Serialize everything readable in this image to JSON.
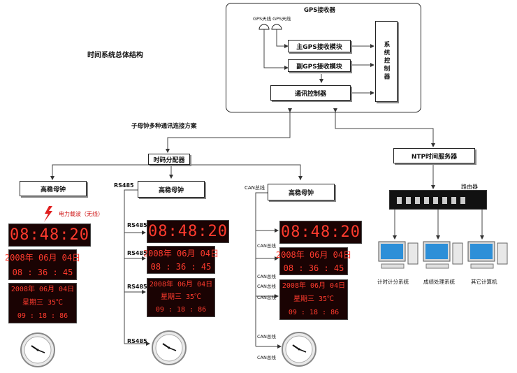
{
  "diagram": {
    "title": "时间系统总体结构",
    "receiver": {
      "title": "GPS接收器",
      "antenna_label": "GPS天线 GPS天线",
      "main_module": "主GPS接收模块",
      "backup_module": "副GPS接收模块",
      "system_controller": "系统控制器",
      "comm_controller": "通讯控制器"
    },
    "scheme_label": "子母钟多种通讯连接方案",
    "distributor": "时码分配器",
    "ntp": {
      "server": "NTP时间服务器",
      "router_label": "路由器",
      "computers": [
        "计时计分系统",
        "成绩处理系统",
        "其它计算机"
      ]
    },
    "branches": [
      {
        "master": "高稳母钟",
        "wireless_label": "电力载波（无线）",
        "bus_labels": [],
        "displays": {
          "big": "08:48:20",
          "date": "2008年 06月 04日",
          "time": "08 : 36 : 45",
          "date2": "2008年 06月 04日",
          "week_temp": "星期三  35℃",
          "time2": "09 : 18 : 86"
        }
      },
      {
        "master": "高稳母钟",
        "bus_top": "RS485",
        "bus_labels": [
          "RS485",
          "RS485",
          "RS485",
          "RS485"
        ],
        "displays": {
          "big": "08:48:20",
          "date": "2008年 06月 04日",
          "time": "08 : 36 : 45",
          "date2": "2008年 06月 04日",
          "week_temp": "星期三  35℃",
          "time2": "09 : 18 : 86"
        }
      },
      {
        "master": "高稳母钟",
        "bus_top": "CAN总线",
        "bus_labels": [
          "CAN总线",
          "CAN总线",
          "CAN总线",
          "CAN总线",
          "CAN总线",
          "CAN总线"
        ],
        "displays": {
          "big": "08:48:20",
          "date": "2008年 06月 04日",
          "time": "08 : 36 : 45",
          "date2": "2008年 06月 04日",
          "week_temp": "星期三  35℃",
          "time2": "09 : 18 : 86"
        }
      }
    ],
    "colors": {
      "led_red": "#ff3b2e",
      "led_bg": "#1a0303",
      "lightning": "#e02020",
      "wireless_text": "#d01818"
    }
  }
}
